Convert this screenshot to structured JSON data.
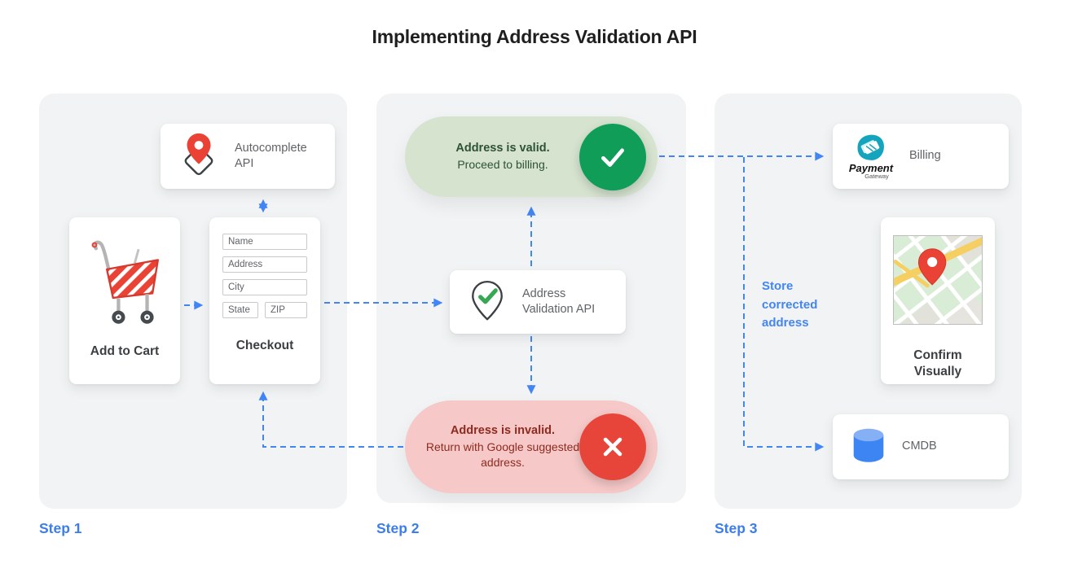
{
  "title": "Implementing Address Validation API",
  "steps": {
    "step1": {
      "label": "Step 1",
      "autocomplete_api": "Autocomplete API",
      "add_to_cart": "Add to Cart",
      "checkout": "Checkout",
      "form": {
        "name": "Name",
        "address": "Address",
        "city": "City",
        "state": "State",
        "zip": "ZIP"
      }
    },
    "step2": {
      "label": "Step 2",
      "valid_title": "Address is valid.",
      "valid_subtitle": "Proceed to billing.",
      "validation_api": "Address Validation API",
      "invalid_title": "Address is invalid.",
      "invalid_subtitle": "Return with Google suggested address."
    },
    "step3": {
      "label": "Step 3",
      "billing": "Billing",
      "logo_title": "Payment",
      "logo_subtitle": "Gateway",
      "confirm": "Confirm Visually",
      "cmdb": "CMDB",
      "store_note": "Store corrected address"
    }
  },
  "colors": {
    "arrow_blue": "#4285f4",
    "step_label_blue": "#3b7ded",
    "valid_green": "#0f9d58",
    "valid_pill_bg": "#d5e3cf",
    "valid_text": "#2e5234",
    "invalid_red": "#e8453a",
    "invalid_pill_bg": "#f6c9c8",
    "invalid_text": "#8e2a20",
    "panel_bg": "#f1f3f4",
    "pin_red": "#ea4335",
    "check_green": "#34a853",
    "gateway_teal": "#15a4be",
    "db_blue": "#3d85f2"
  }
}
